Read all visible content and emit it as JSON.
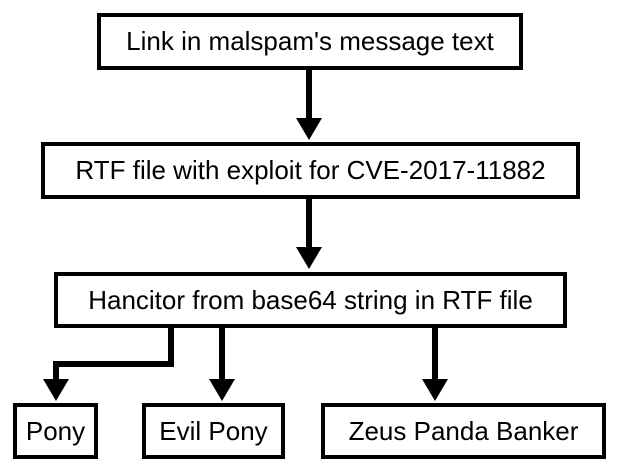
{
  "diagram": {
    "nodes": {
      "link": "Link in malspam's message text",
      "rtf": "RTF file with exploit for CVE-2017-11882",
      "hancitor": "Hancitor from base64 string in RTF file",
      "pony": "Pony",
      "evil_pony": "Evil Pony",
      "zeus": "Zeus Panda Banker"
    },
    "edges": [
      {
        "from": "link",
        "to": "rtf"
      },
      {
        "from": "rtf",
        "to": "hancitor"
      },
      {
        "from": "hancitor",
        "to": "pony"
      },
      {
        "from": "hancitor",
        "to": "evil_pony"
      },
      {
        "from": "hancitor",
        "to": "zeus"
      }
    ]
  }
}
